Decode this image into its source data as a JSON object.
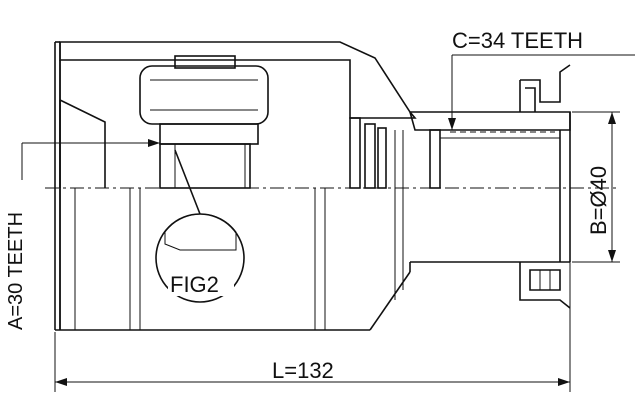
{
  "labels": {
    "c_teeth": "C=34 TEETH",
    "a_teeth": "A=30 TEETH",
    "b_diameter": "B=Ø40",
    "length": "L=132",
    "fig": "FIG2"
  },
  "colors": {
    "line": "#111111",
    "background": "#ffffff"
  }
}
